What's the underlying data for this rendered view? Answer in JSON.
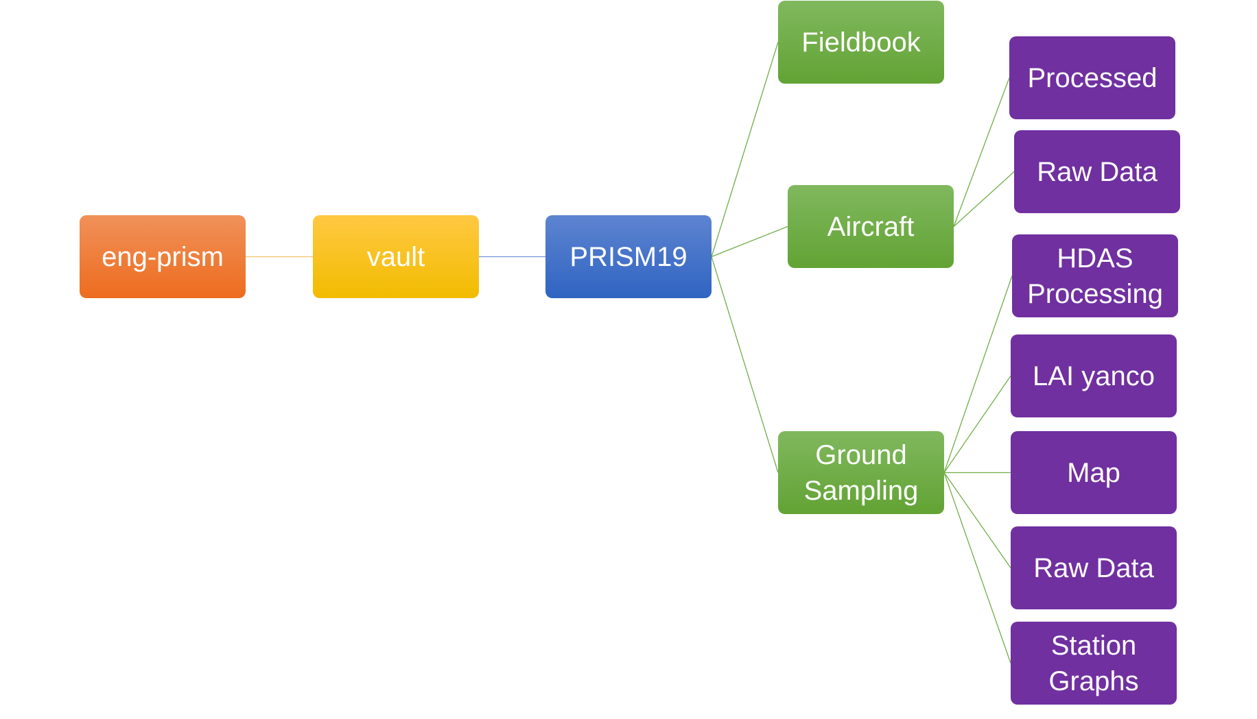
{
  "diagram": {
    "type": "tree",
    "colors": {
      "level0": "#ed7d31",
      "level1": "#ffc000",
      "level2": "#4472c4",
      "level3": "#70ad47",
      "level4": "#7030a0",
      "connector_green": "#70ad47"
    },
    "nodes": {
      "eng_prism": "eng-prism",
      "vault": "vault",
      "prism19": "PRISM19",
      "fieldbook": "Fieldbook",
      "aircraft": "Aircraft",
      "ground_sampling": "Ground\nSampling",
      "processed": "Processed",
      "aircraft_raw_data": "Raw Data",
      "hdas_processing": "HDAS\nProcessing",
      "lai_yanco": "LAI yanco",
      "map": "Map",
      "ground_raw_data": "Raw Data",
      "station_graphs": "Station\nGraphs"
    },
    "edges": [
      [
        "eng_prism",
        "vault"
      ],
      [
        "vault",
        "prism19"
      ],
      [
        "prism19",
        "fieldbook"
      ],
      [
        "prism19",
        "aircraft"
      ],
      [
        "prism19",
        "ground_sampling"
      ],
      [
        "aircraft",
        "processed"
      ],
      [
        "aircraft",
        "aircraft_raw_data"
      ],
      [
        "ground_sampling",
        "hdas_processing"
      ],
      [
        "ground_sampling",
        "lai_yanco"
      ],
      [
        "ground_sampling",
        "map"
      ],
      [
        "ground_sampling",
        "ground_raw_data"
      ],
      [
        "ground_sampling",
        "station_graphs"
      ]
    ]
  }
}
